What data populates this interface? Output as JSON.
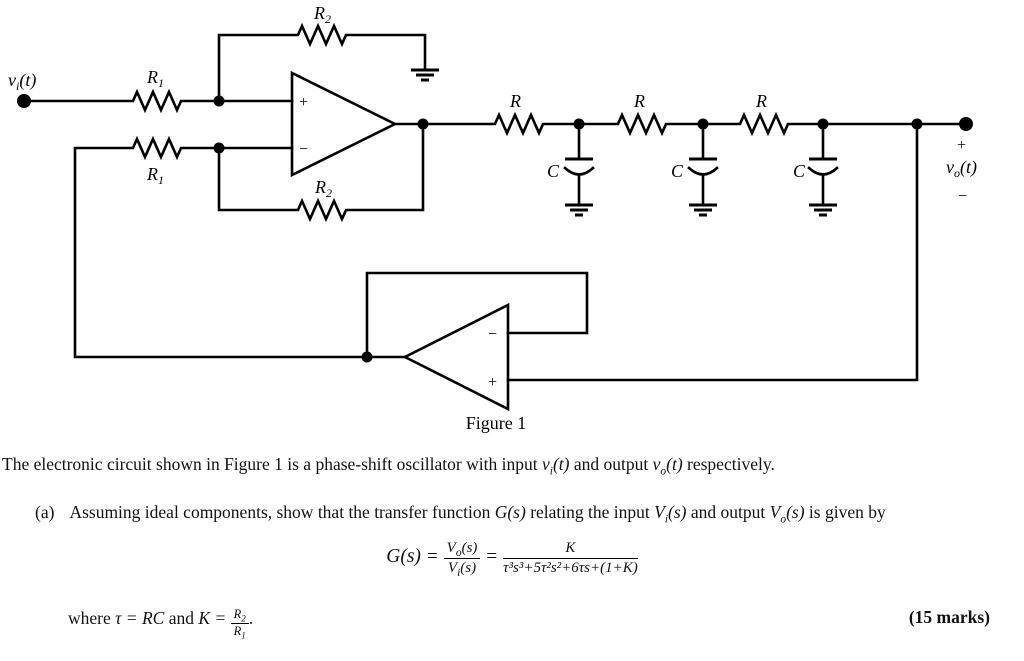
{
  "circuit": {
    "labels": {
      "vi": {
        "base": "v",
        "sub": "i",
        "rest": "(t)"
      },
      "vo": {
        "base": "v",
        "sub": "o",
        "rest": "(t)"
      },
      "r1_top": {
        "base": "R",
        "sub": "1"
      },
      "r1_bottom": {
        "base": "R",
        "sub": "1"
      },
      "r2_top": {
        "base": "R",
        "sub": "2"
      },
      "r2_bottom": {
        "base": "R",
        "sub": "2"
      },
      "r_ladder": [
        "R",
        "R",
        "R"
      ],
      "c_ladder": [
        "C",
        "C",
        "C"
      ],
      "opamp1_plus": "+",
      "opamp1_minus": "−",
      "opamp2_plus": "+",
      "opamp2_minus": "−",
      "vo_plus": "+",
      "vo_minus": "−"
    },
    "caption": "Figure 1"
  },
  "body": {
    "intro": {
      "t1": "The electronic circuit shown in Figure 1 is a phase-shift oscillator with input ",
      "vi": {
        "base": "v",
        "sub": "i",
        "rest": "(t)"
      },
      "t2": " and output ",
      "vo": {
        "base": "v",
        "sub": "o",
        "rest": "(t)"
      },
      "t3": " respectively."
    },
    "part_a": {
      "label": "(a)",
      "t1": "Assuming ideal components, show that the transfer function ",
      "g": "G(s)",
      "t2": " relating the input ",
      "vis": {
        "base": "V",
        "sub": "i",
        "rest": "(s)"
      },
      "t3": " and output ",
      "vos": {
        "base": "V",
        "sub": "o",
        "rest": "(s)"
      },
      "t4": " is given by"
    },
    "formula": {
      "lhs": "G(s)",
      "eq1": "=",
      "frac1": {
        "num": {
          "base": "V",
          "sub": "o",
          "rest": "(s)"
        },
        "den": {
          "base": "V",
          "sub": "i",
          "rest": "(s)"
        }
      },
      "eq2": "=",
      "frac2": {
        "num": "K",
        "den": "τ³s³+5τ²s²+6τs+(1+K)"
      }
    },
    "where_line": {
      "t1": "where ",
      "m1": "τ = RC",
      "t2": " and ",
      "m2": "K =",
      "frac": {
        "num": {
          "base": "R",
          "sub": "2"
        },
        "den": {
          "base": "R",
          "sub": "1"
        }
      },
      "t3": "."
    },
    "marks": "(15 marks)"
  }
}
